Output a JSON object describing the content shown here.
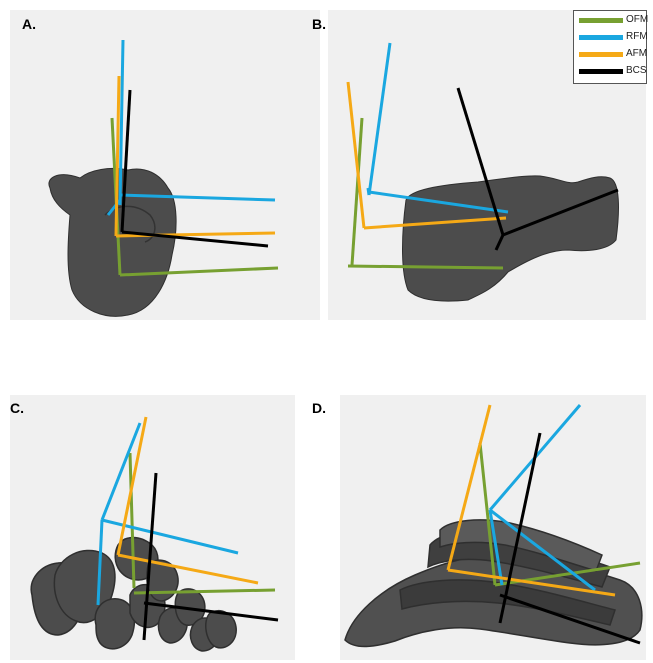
{
  "panels": [
    {
      "label": "A."
    },
    {
      "label": "B."
    },
    {
      "label": "C."
    },
    {
      "label": "D."
    }
  ],
  "legend": [
    {
      "name": "OFM",
      "color": "#77a031"
    },
    {
      "name": "RFM",
      "color": "#1aa7e0"
    },
    {
      "name": "AFM",
      "color": "#f5a916"
    },
    {
      "name": "BCS",
      "color": "#000000"
    }
  ],
  "colors": {
    "background": "#f0f0f0",
    "bone": "#4a4a4a",
    "bone_edge": "#2f2f2f"
  }
}
